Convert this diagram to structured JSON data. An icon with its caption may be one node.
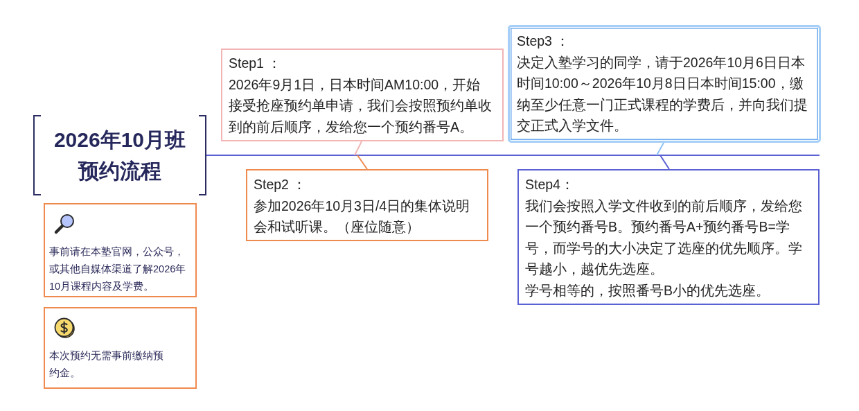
{
  "diagram": {
    "nodes": [
      {
        "text": [
          "2026年10月班预约流程"
        ]
      },
      {
        "text": [
          "Step1 ：",
          "2026年9月1日，日本时间AM10:00，开始接受抢座预约单申请，我们会按照预约单收到的前后顺序，发给您一个预约番号A。"
        ]
      },
      {
        "text": [
          "Step2 ：",
          "参加2026年10月3日/4日的集体说明会和试听课。（座位随意）"
        ]
      },
      {
        "text": [
          "Step3 ：",
          "决定入塾学习的同学，请于2026年10月6日日本时间10:00～2026年10月8日日本时间15:00，缴纳至少任意一门正式课程的学费后，并向我们提交正式入学文件。"
        ]
      },
      {
        "text": [
          "Step4：",
          "我们会按照入学文件收到的前后顺序，发给您一个预约番号B。预约番号A+预约番号B=学号，而学号的大小决定了选座的优先顺序。学号越小，越优先选座。",
          "学号相等的，按照番号B小的优先选座。"
        ]
      },
      {
        "text": [
          "事前请在本塾官网，公众号，或其他自媒体渠道了解2026年10月课程内容及学费。"
        ]
      },
      {
        "text": [
          "本次预约无需事前缴纳预约金。"
        ]
      }
    ],
    "edges": [
      {
        "from": 0,
        "to": 1,
        "arrow": "none"
      },
      {
        "from": 0,
        "to": 2,
        "arrow": "none"
      },
      {
        "from": 0,
        "to": 3,
        "arrow": "none"
      },
      {
        "from": 0,
        "to": 4,
        "arrow": "none"
      }
    ]
  }
}
